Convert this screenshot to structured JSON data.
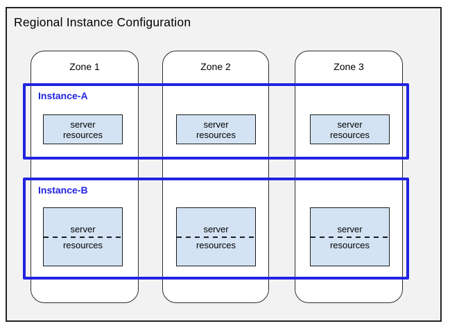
{
  "diagram": {
    "title": "Regional Instance Configuration",
    "zones": [
      {
        "label": "Zone 1"
      },
      {
        "label": "Zone 2"
      },
      {
        "label": "Zone 3"
      }
    ],
    "instances": [
      {
        "label": "Instance-A"
      },
      {
        "label": "Instance-B"
      }
    ],
    "server_box_label": {
      "line1": "server",
      "line2": "resources"
    },
    "colors": {
      "instance_accent": "#2222e2",
      "server_box_fill": "#d3e3f3",
      "server_box_border": "#1a1a1a",
      "region_fill": "#f2f2f2",
      "region_border": "#222222",
      "zone_border": "#2b2b2b",
      "zone_fill": "#ffffff",
      "text": "#000000"
    }
  }
}
